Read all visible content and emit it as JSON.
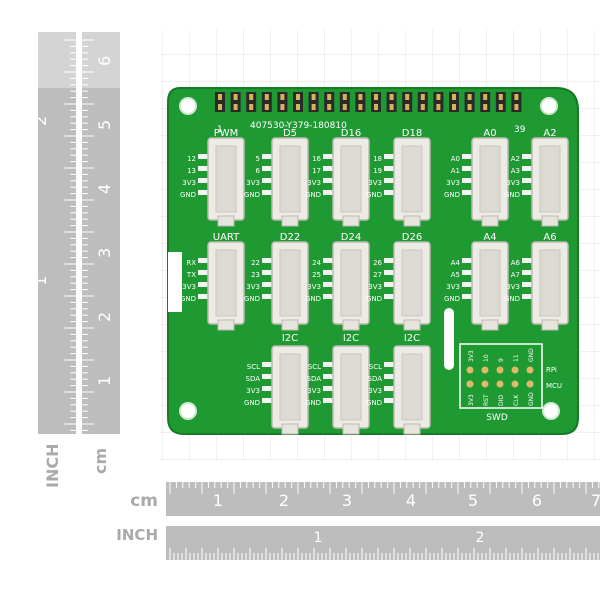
{
  "rulers": {
    "vertical_inch_label": "INCH",
    "vertical_cm_label": "cm",
    "vertical_inch_numbers": [
      "1",
      "2"
    ],
    "vertical_cm_numbers": [
      "1",
      "2",
      "3",
      "4",
      "5",
      "6"
    ],
    "horizontal_cm_label": "cm",
    "horizontal_inch_label": "INCH",
    "horizontal_cm_numbers": [
      "1",
      "2",
      "3",
      "4",
      "5",
      "6",
      "7"
    ],
    "horizontal_inch_numbers": [
      "1",
      "2"
    ]
  },
  "board": {
    "part_number": "407530-Y379-180810",
    "pin1_label": "1",
    "pin39_label": "39",
    "connectors_row1": [
      {
        "title": "PWM",
        "pins": [
          "12",
          "13",
          "3V3",
          "GND"
        ]
      },
      {
        "title": "D5",
        "pins": [
          "5",
          "6",
          "3V3",
          "GND"
        ]
      },
      {
        "title": "D16",
        "pins": [
          "16",
          "17",
          "3V3",
          "GND"
        ]
      },
      {
        "title": "D18",
        "pins": [
          "18",
          "19",
          "3V3",
          "GND"
        ]
      },
      {
        "title": "A0",
        "pins": [
          "A0",
          "A1",
          "3V3",
          "GND"
        ]
      },
      {
        "title": "A2",
        "pins": [
          "A2",
          "A3",
          "3V3",
          "GND"
        ]
      }
    ],
    "connectors_row2": [
      {
        "title": "UART",
        "pins": [
          "RX",
          "TX",
          "3V3",
          "GND"
        ]
      },
      {
        "title": "D22",
        "pins": [
          "22",
          "23",
          "3V3",
          "GND"
        ]
      },
      {
        "title": "D24",
        "pins": [
          "24",
          "25",
          "3V3",
          "GND"
        ]
      },
      {
        "title": "D26",
        "pins": [
          "26",
          "27",
          "3V3",
          "GND"
        ]
      },
      {
        "title": "A4",
        "pins": [
          "A4",
          "A5",
          "3V3",
          "GND"
        ]
      },
      {
        "title": "A6",
        "pins": [
          "A6",
          "A7",
          "3V3",
          "GND"
        ]
      }
    ],
    "connectors_row3": [
      {
        "title": "I2C",
        "pins": [
          "SCL",
          "SDA",
          "3V3",
          "GND"
        ]
      },
      {
        "title": "I2C",
        "pins": [
          "SCL",
          "SDA",
          "3V3",
          "GND"
        ]
      },
      {
        "title": "I2C",
        "pins": [
          "SCL",
          "SDA",
          "3V3",
          "GND"
        ]
      }
    ],
    "swd": {
      "title": "SWD",
      "top_labels": [
        "3V3",
        "10",
        "9",
        "11",
        "GND"
      ],
      "bottom_labels": [
        "3V3",
        "RST",
        "DIO",
        "CLK",
        "GND"
      ],
      "side_labels": [
        "RPi",
        "MCU"
      ]
    }
  },
  "colors": {
    "pcb_green": "#1f9a33",
    "silkscreen": "#ffffff",
    "connector_body": "#ecebe6",
    "ruler_grey": "#b9b9b9",
    "ruler_dark": "#8f8f8f"
  }
}
